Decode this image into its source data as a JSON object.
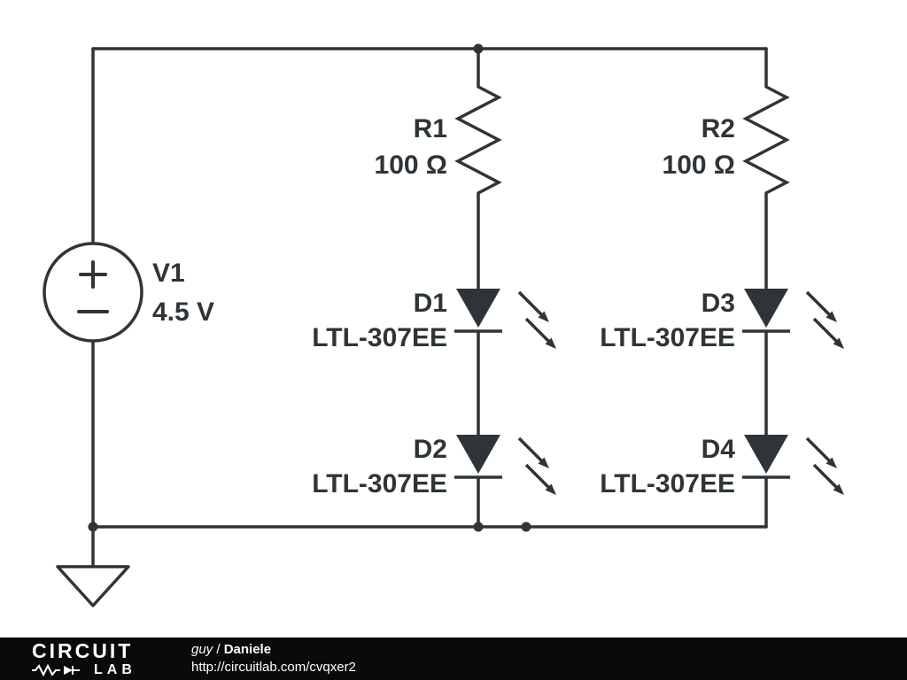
{
  "schematic": {
    "source": {
      "name": "V1",
      "value": "4.5 V"
    },
    "resistors": [
      {
        "name": "R1",
        "value": "100 Ω"
      },
      {
        "name": "R2",
        "value": "100 Ω"
      }
    ],
    "leds": [
      {
        "name": "D1",
        "part": "LTL-307EE"
      },
      {
        "name": "D2",
        "part": "LTL-307EE"
      },
      {
        "name": "D3",
        "part": "LTL-307EE"
      },
      {
        "name": "D4",
        "part": "LTL-307EE"
      }
    ]
  },
  "footer": {
    "logo_line1": "CIRCUIT",
    "logo_line2": "LAB",
    "author": "guy",
    "separator": " / ",
    "title": "Daniele",
    "url": "http://circuitlab.com/cvqxer2"
  },
  "colors": {
    "schematic_ink": "#2e3438",
    "footer_bg": "#0a0a0a",
    "footer_text": "#ffffff"
  }
}
